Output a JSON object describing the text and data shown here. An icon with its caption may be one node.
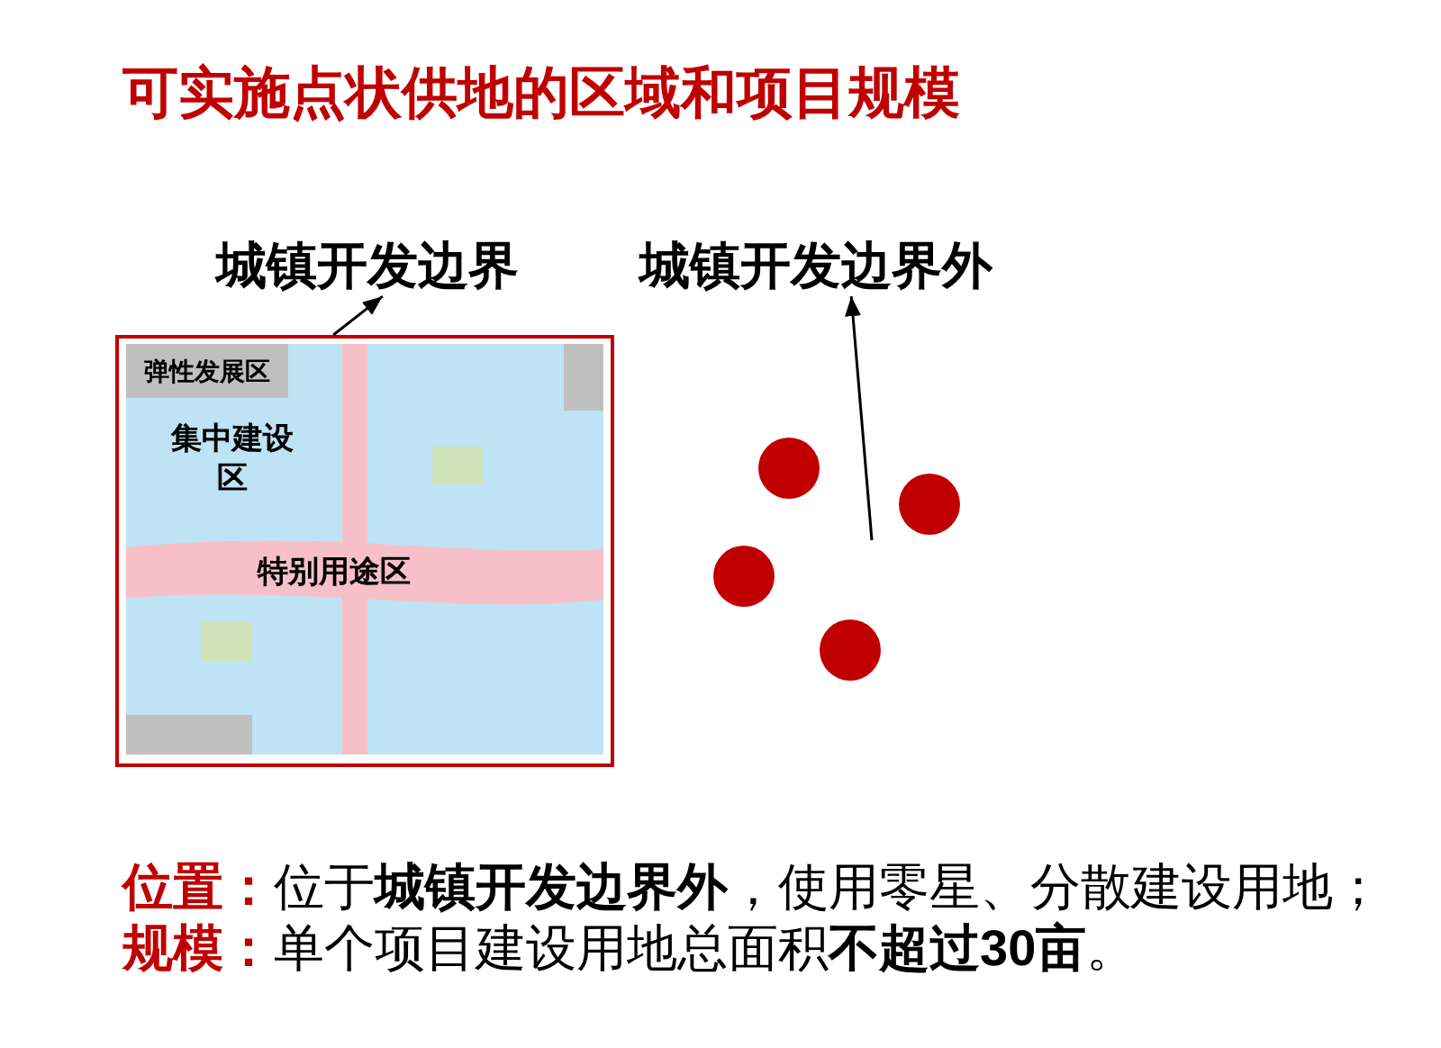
{
  "diagram": {
    "title": "可实施点状供地的区域和项目规模",
    "nodes": [
      {
        "text": [
          "城镇开发边界"
        ]
      },
      {
        "text": [
          "城镇开发边界外"
        ]
      },
      {
        "text": [],
        "shape": "box"
      },
      {
        "text": [
          "集中建设区"
        ],
        "in": 2
      },
      {
        "text": [
          "弹性发展区"
        ],
        "in": 3
      },
      {
        "text": [],
        "shape": "box",
        "in": 3
      },
      {
        "text": [],
        "shape": "bar",
        "in": 3
      },
      {
        "text": [],
        "shape": "box",
        "in": 3
      },
      {
        "text": [
          "特别用途区"
        ],
        "in": 3
      },
      {
        "text": [],
        "shape": "box",
        "in": 3
      },
      {
        "text": [],
        "shape": "box",
        "in": 3
      },
      {
        "text": [],
        "shape": "circle"
      },
      {
        "text": [],
        "shape": "circle"
      },
      {
        "text": [],
        "shape": "circle"
      },
      {
        "text": [],
        "shape": "circle"
      }
    ],
    "edges": [
      {
        "from": 2,
        "to": 0,
        "arrow": "to"
      },
      {
        "from": null,
        "to": 1,
        "arrow": "to"
      }
    ],
    "labels": [
      "位置：",
      "位于**城镇开发边界外**，使用零星、分散建设用地；",
      "规模：",
      "单个项目建设用地总面积**不超过30亩**。"
    ]
  }
}
